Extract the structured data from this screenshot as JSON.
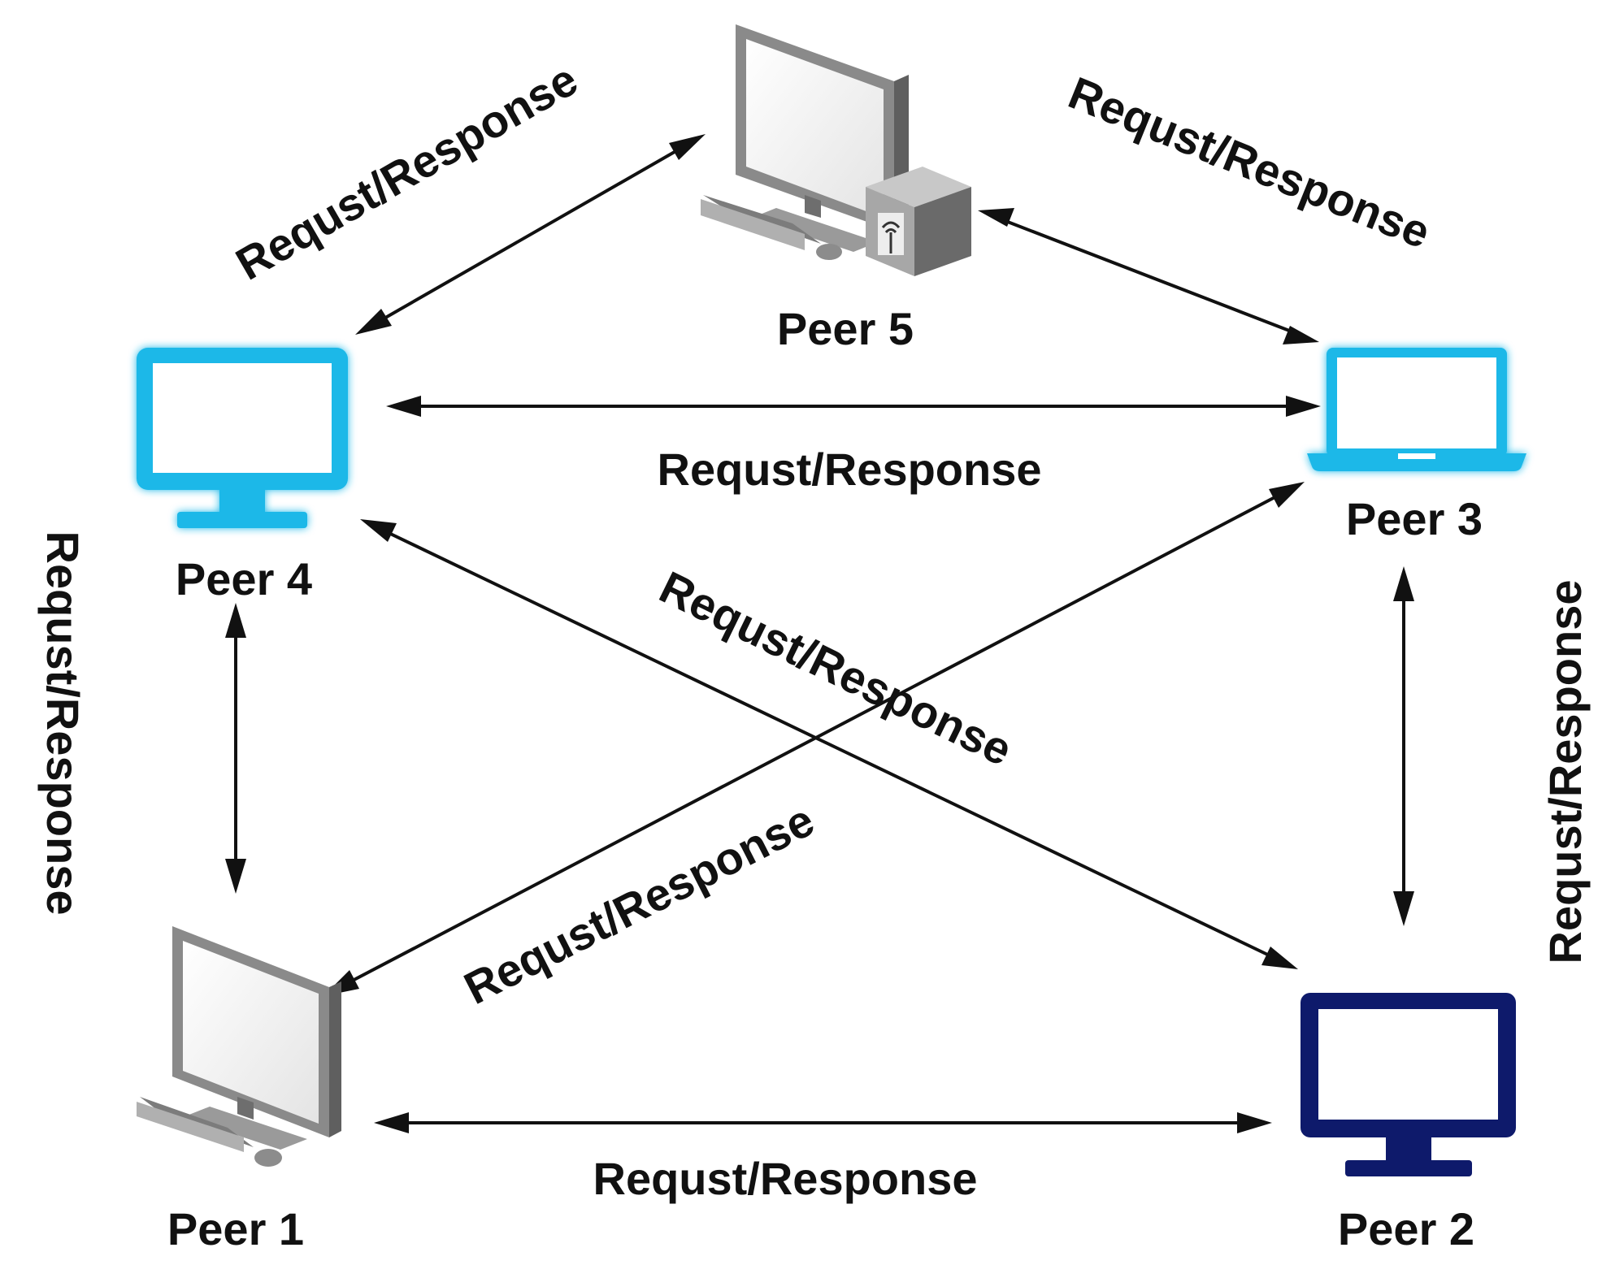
{
  "colors": {
    "cyan": "#1CB8E8",
    "cyan_glow": "#8FE4FA",
    "navy": "#0E1A6B",
    "gray_dark": "#5f5f5f",
    "gray_mid": "#a0a0a0",
    "gray_light": "#d6d6d6",
    "ink": "#111111"
  },
  "peers": [
    {
      "id": "peer1",
      "label": "Peer 1",
      "icon": "gray-desktop-computer-icon"
    },
    {
      "id": "peer2",
      "label": "Peer 2",
      "icon": "navy-monitor-icon"
    },
    {
      "id": "peer3",
      "label": "Peer 3",
      "icon": "cyan-laptop-icon"
    },
    {
      "id": "peer4",
      "label": "Peer 4",
      "icon": "cyan-monitor-icon"
    },
    {
      "id": "peer5",
      "label": "Peer 5",
      "icon": "gray-desktop-tower-computer-icon"
    }
  ],
  "edges": [
    {
      "from": "peer4",
      "to": "peer5",
      "label": "Requst/Response"
    },
    {
      "from": "peer5",
      "to": "peer3",
      "label": "Requst/Response"
    },
    {
      "from": "peer4",
      "to": "peer3",
      "label": "Requst/Response"
    },
    {
      "from": "peer4",
      "to": "peer2",
      "label": "Requst/Response"
    },
    {
      "from": "peer1",
      "to": "peer3",
      "label": "Requst/Response"
    },
    {
      "from": "peer4",
      "to": "peer1",
      "label": "Requst/Response"
    },
    {
      "from": "peer3",
      "to": "peer2",
      "label": "Requst/Response"
    },
    {
      "from": "peer1",
      "to": "peer2",
      "label": "Requst/Response"
    }
  ]
}
